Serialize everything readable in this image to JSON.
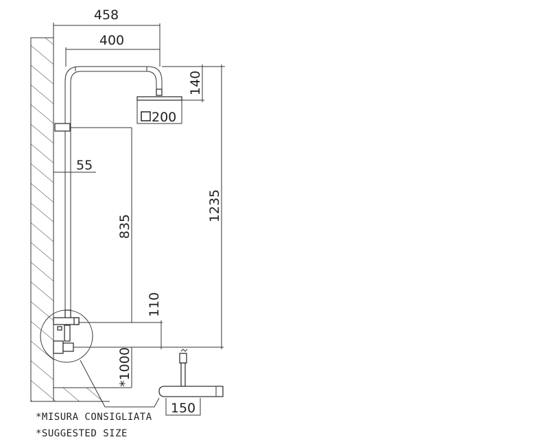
{
  "drawing": {
    "dimensions": {
      "overall_width": "458",
      "arm_length": "400",
      "head_drop": "140",
      "head_size": "200",
      "head_size_symbol": "square",
      "wall_offset": "55",
      "bracket_height": "835",
      "total_height": "1235",
      "mixer_offset": "110",
      "floor_height": "*1000",
      "mixer_centers": "150"
    },
    "notes": [
      "*MISURA CONSIGLIATA",
      "*SUGGESTED SIZE"
    ]
  }
}
